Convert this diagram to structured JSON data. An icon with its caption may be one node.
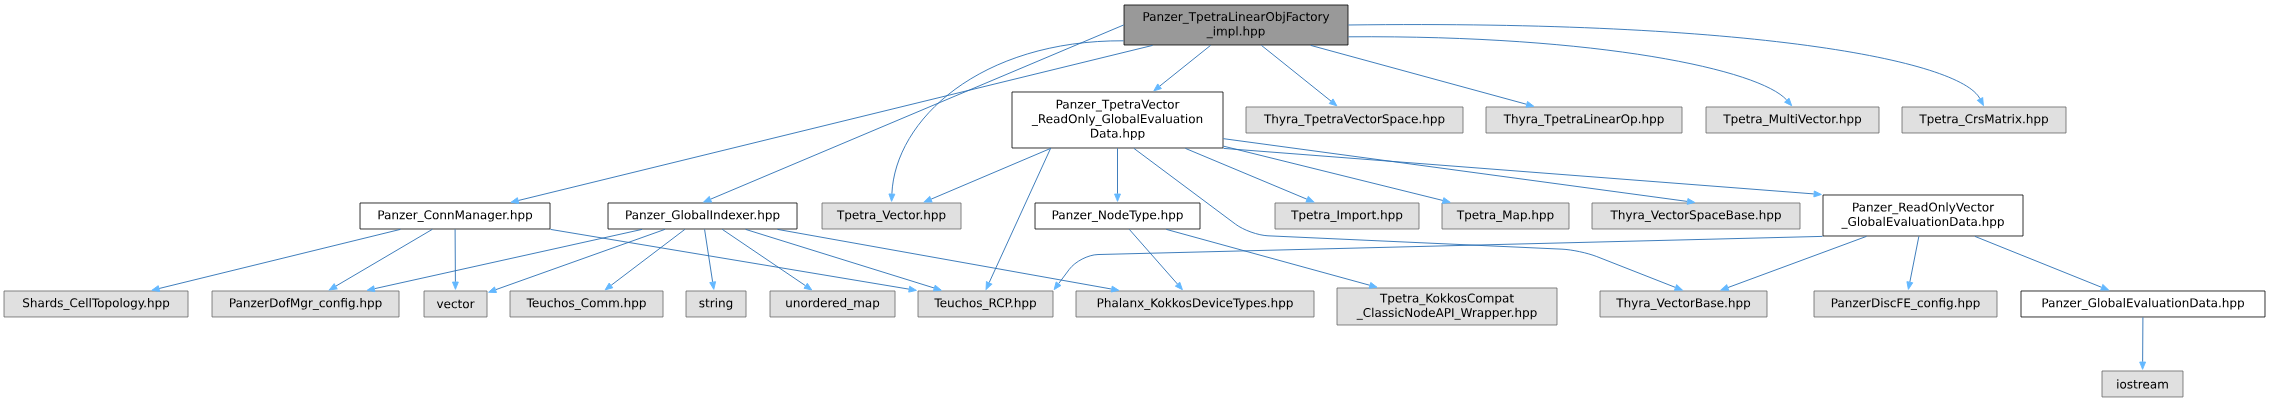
{
  "diagram": {
    "nodes": [
      {
        "text": [
          "Panzer_TpetraLinearObjFactory _impl.hpp"
        ]
      },
      {
        "text": [
          "Panzer_ConnManager.hpp"
        ]
      },
      {
        "text": [
          "Panzer_GlobalIndexer.hpp"
        ]
      },
      {
        "text": [
          "Tpetra_Vector.hpp"
        ]
      },
      {
        "text": [
          "Panzer_TpetraVector _ReadOnly_GlobalEvaluation Data.hpp"
        ]
      },
      {
        "text": [
          "Thyra_TpetraVectorSpace.hpp"
        ]
      },
      {
        "text": [
          "Thyra_TpetraLinearOp.hpp"
        ]
      },
      {
        "text": [
          "Tpetra_MultiVector.hpp"
        ]
      },
      {
        "text": [
          "Tpetra_CrsMatrix.hpp"
        ]
      },
      {
        "text": [
          "Panzer_NodeType.hpp"
        ]
      },
      {
        "text": [
          "Tpetra_Import.hpp"
        ]
      },
      {
        "text": [
          "Tpetra_Map.hpp"
        ]
      },
      {
        "text": [
          "Thyra_VectorSpaceBase.hpp"
        ]
      },
      {
        "text": [
          "Panzer_ReadOnlyVector _GlobalEvaluationData.hpp"
        ]
      },
      {
        "text": [
          "Shards_CellTopology.hpp"
        ]
      },
      {
        "text": [
          "PanzerDofMgr_config.hpp"
        ]
      },
      {
        "text": [
          "vector"
        ]
      },
      {
        "text": [
          "Teuchos_Comm.hpp"
        ]
      },
      {
        "text": [
          "string"
        ]
      },
      {
        "text": [
          "unordered_map"
        ]
      },
      {
        "text": [
          "Teuchos_RCP.hpp"
        ]
      },
      {
        "text": [
          "Phalanx_KokkosDeviceTypes.hpp"
        ]
      },
      {
        "text": [
          "Tpetra_KokkosCompat _ClassicNodeAPI_Wrapper.hpp"
        ]
      },
      {
        "text": [
          "Thyra_VectorBase.hpp"
        ]
      },
      {
        "text": [
          "PanzerDiscFE_config.hpp"
        ]
      },
      {
        "text": [
          "Panzer_GlobalEvaluationData.hpp"
        ]
      },
      {
        "text": [
          "iostream"
        ]
      }
    ],
    "edges": [
      {
        "from": 0,
        "to": 1,
        "arrow": "to"
      },
      {
        "from": 0,
        "to": 2,
        "arrow": "to"
      },
      {
        "from": 0,
        "to": 3,
        "arrow": "to"
      },
      {
        "from": 0,
        "to": 4,
        "arrow": "to"
      },
      {
        "from": 0,
        "to": 5,
        "arrow": "to"
      },
      {
        "from": 0,
        "to": 6,
        "arrow": "to"
      },
      {
        "from": 0,
        "to": 7,
        "arrow": "to"
      },
      {
        "from": 0,
        "to": 8,
        "arrow": "to"
      },
      {
        "from": 1,
        "to": 14,
        "arrow": "to"
      },
      {
        "from": 1,
        "to": 15,
        "arrow": "to"
      },
      {
        "from": 1,
        "to": 16,
        "arrow": "to"
      },
      {
        "from": 1,
        "to": 20,
        "arrow": "to"
      },
      {
        "from": 2,
        "to": 15,
        "arrow": "to"
      },
      {
        "from": 2,
        "to": 16,
        "arrow": "to"
      },
      {
        "from": 2,
        "to": 17,
        "arrow": "to"
      },
      {
        "from": 2,
        "to": 18,
        "arrow": "to"
      },
      {
        "from": 2,
        "to": 19,
        "arrow": "to"
      },
      {
        "from": 2,
        "to": 20,
        "arrow": "to"
      },
      {
        "from": 2,
        "to": 21,
        "arrow": "to"
      },
      {
        "from": 4,
        "to": 3,
        "arrow": "to"
      },
      {
        "from": 4,
        "to": 20,
        "arrow": "to"
      },
      {
        "from": 4,
        "to": 9,
        "arrow": "to"
      },
      {
        "from": 4,
        "to": 10,
        "arrow": "to"
      },
      {
        "from": 4,
        "to": 11,
        "arrow": "to"
      },
      {
        "from": 4,
        "to": 12,
        "arrow": "to"
      },
      {
        "from": 4,
        "to": 13,
        "arrow": "to"
      },
      {
        "from": 4,
        "to": 23,
        "arrow": "to"
      },
      {
        "from": 9,
        "to": 21,
        "arrow": "to"
      },
      {
        "from": 9,
        "to": 22,
        "arrow": "to"
      },
      {
        "from": 13,
        "to": 20,
        "arrow": "to"
      },
      {
        "from": 13,
        "to": 23,
        "arrow": "to"
      },
      {
        "from": 13,
        "to": 24,
        "arrow": "to"
      },
      {
        "from": 13,
        "to": 25,
        "arrow": "to"
      },
      {
        "from": 25,
        "to": 26,
        "arrow": "to"
      }
    ]
  }
}
